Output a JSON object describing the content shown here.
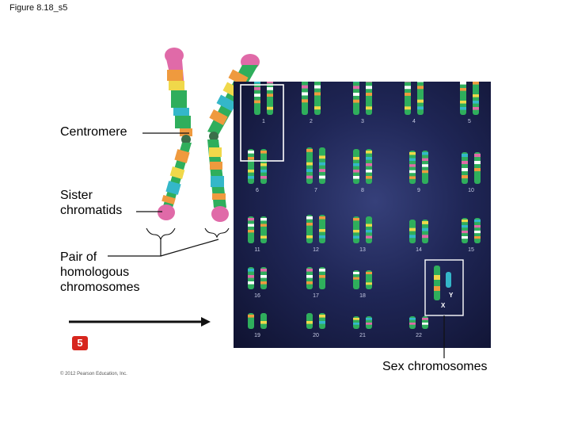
{
  "figure": {
    "title": "Figure 8.18_s5"
  },
  "labels": {
    "centromere": "Centromere",
    "sister_line1": "Sister",
    "sister_line2": "chromatids",
    "pair_line1": "Pair of",
    "pair_line2": "homologous",
    "pair_line3": "chromosomes",
    "sex": "Sex chromosomes"
  },
  "step": "5",
  "copyright": "© 2012 Pearson Education, Inc.",
  "karyotype": {
    "numbers": [
      "1",
      "2",
      "3",
      "4",
      "5",
      "6",
      "7",
      "8",
      "9",
      "10",
      "11",
      "12",
      "13",
      "14",
      "15",
      "16",
      "17",
      "18",
      "19",
      "20",
      "21",
      "22"
    ],
    "sex_labels": {
      "y": "Y",
      "x": "X"
    }
  },
  "colors": {
    "background": "#ffffff",
    "karyotype_bg": "#1f2656",
    "arrow": "#111111",
    "badge": "#d7261e",
    "telomere": "#e06aa8",
    "band_orange": "#ef9a3e",
    "band_green": "#2fae5c",
    "band_teal": "#34b7c9",
    "band_yellow": "#f0d84a"
  }
}
